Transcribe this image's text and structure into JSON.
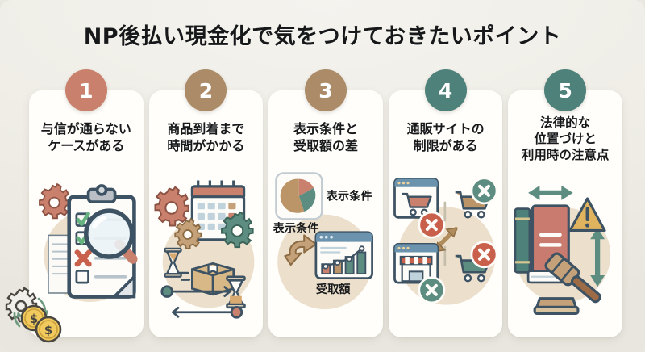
{
  "poster": {
    "title": "NP後払い現金化で気をつけておきたいポイント",
    "background_color": "#efede6"
  },
  "colors": {
    "terracotta": "#c9806c",
    "tan": "#ab8b68",
    "teal": "#4e817a",
    "card_bg": "#fffefb",
    "text": "#16181a",
    "sand": "#e8dcc8",
    "slate": "#3d5263"
  },
  "cards": [
    {
      "number": "1",
      "badge_color": "#c9806c",
      "title": "与信が通らない\nケースがある",
      "illustration": "clipboard-checklist-magnifier",
      "labels": []
    },
    {
      "number": "2",
      "badge_color": "#ab8b68",
      "title": "商品到着まで\n時間がかかる",
      "illustration": "calendar-hourglass-package",
      "labels": []
    },
    {
      "number": "3",
      "badge_color": "#ab8b68",
      "title": "表示条件と\n受取額の差",
      "illustration": "pie-chart-vs-bar-chart",
      "labels": [
        "表示条件",
        "表示条件",
        "受取額"
      ]
    },
    {
      "number": "4",
      "badge_color": "#4e817a",
      "title": "通販サイトの\n制限がある",
      "illustration": "shopping-sites-blocked",
      "labels": []
    },
    {
      "number": "5",
      "badge_color": "#4e817a",
      "title": "法律的な\n位置づけと\n利用時の注意点",
      "illustration": "law-books-gavel-warning",
      "labels": []
    }
  ],
  "decoration": {
    "coins": {
      "symbol": "$",
      "count": 2
    }
  }
}
